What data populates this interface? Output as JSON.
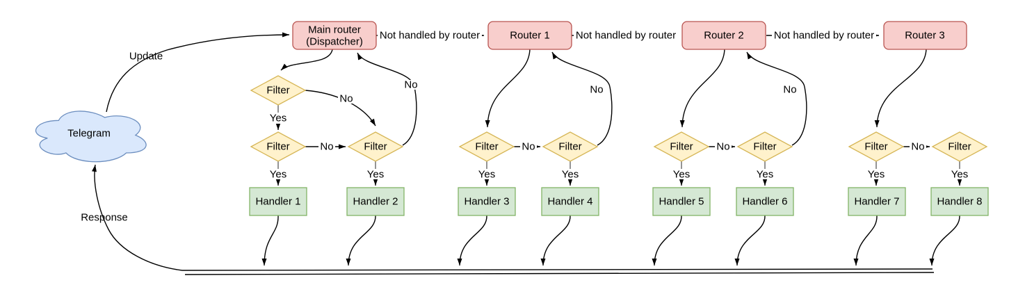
{
  "cloud": {
    "label": "Telegram"
  },
  "edges": {
    "update": "Update",
    "response": "Response",
    "not_handled": [
      "Not handled by router",
      "Not handled by router",
      "Not handled by router"
    ],
    "yes": "Yes",
    "no": "No"
  },
  "routers": [
    {
      "label": "Main router",
      "sublabel": "(Dispatcher)"
    },
    {
      "label": "Router 1"
    },
    {
      "label": "Router 2"
    },
    {
      "label": "Router 3"
    }
  ],
  "filter_label": "Filter",
  "handlers": [
    "Handler 1",
    "Handler 2",
    "Handler 3",
    "Handler 4",
    "Handler 5",
    "Handler 6",
    "Handler 7",
    "Handler 8"
  ],
  "colors": {
    "router_fill": "#f8cecc",
    "router_stroke": "#b85450",
    "filter_fill": "#fff2cc",
    "filter_stroke": "#d6b656",
    "handler_fill": "#d5e8d4",
    "handler_stroke": "#82b366",
    "cloud_fill": "#dae8fc",
    "cloud_stroke": "#6c8ebf",
    "edge": "#000000",
    "stub": "#666666",
    "background": "#ffffff"
  }
}
